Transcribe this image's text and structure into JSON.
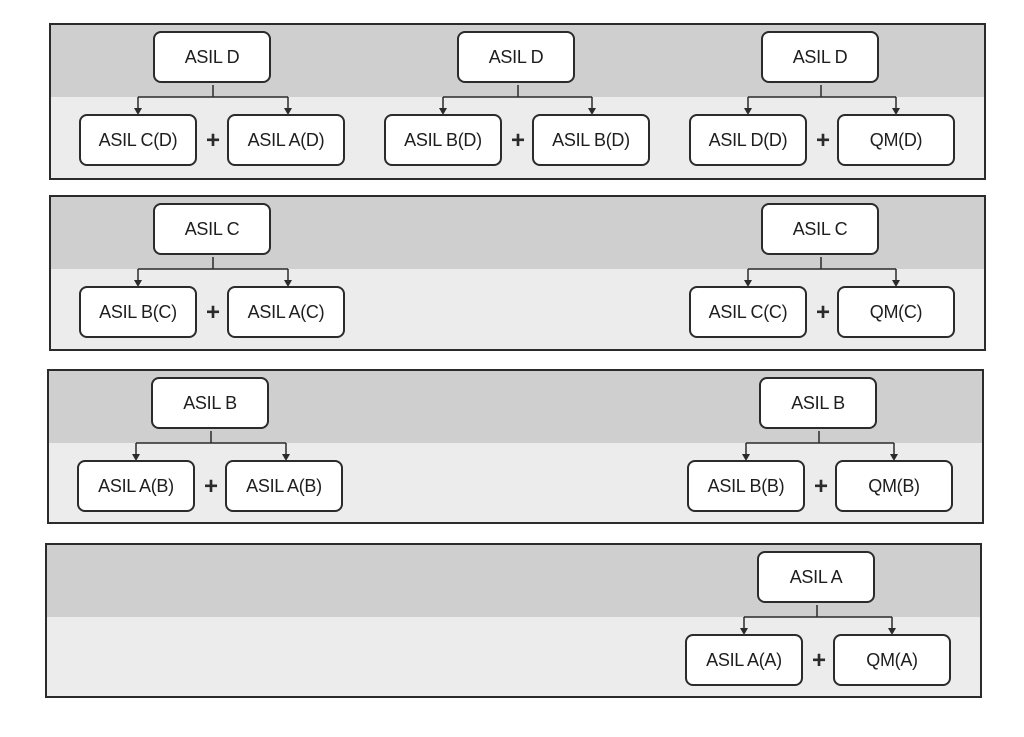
{
  "rows": [
    {
      "groups": [
        {
          "parent": "ASIL D",
          "children": [
            "ASIL C(D)",
            "ASIL A(D)"
          ],
          "operator": "+"
        },
        {
          "parent": "ASIL D",
          "children": [
            "ASIL B(D)",
            "ASIL B(D)"
          ],
          "operator": "+"
        },
        {
          "parent": "ASIL D",
          "children": [
            "ASIL D(D)",
            "QM(D)"
          ],
          "operator": "+"
        }
      ]
    },
    {
      "groups": [
        {
          "parent": "ASIL C",
          "children": [
            "ASIL B(C)",
            "ASIL A(C)"
          ],
          "operator": "+"
        },
        {
          "parent": "ASIL C",
          "children": [
            "ASIL C(C)",
            "QM(C)"
          ],
          "operator": "+"
        }
      ]
    },
    {
      "groups": [
        {
          "parent": "ASIL B",
          "children": [
            "ASIL A(B)",
            "ASIL A(B)"
          ],
          "operator": "+"
        },
        {
          "parent": "ASIL B",
          "children": [
            "ASIL B(B)",
            "QM(B)"
          ],
          "operator": "+"
        }
      ]
    },
    {
      "groups": [
        {
          "parent": "ASIL A",
          "children": [
            "ASIL A(A)",
            "QM(A)"
          ],
          "operator": "+"
        }
      ]
    }
  ]
}
